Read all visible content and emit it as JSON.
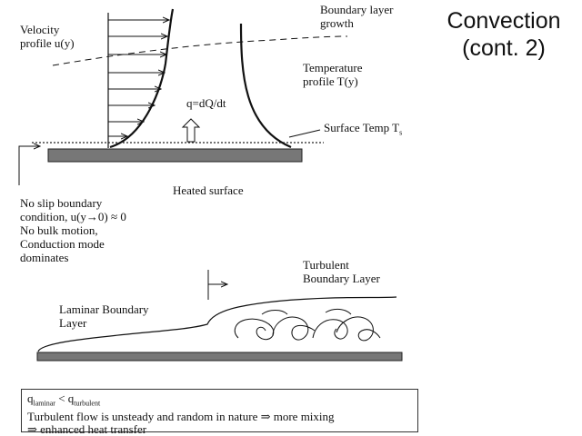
{
  "slide": {
    "title_line1": "Convection",
    "title_line2": "(cont. 2)"
  },
  "labels": {
    "velocity_line1": "Velocity",
    "velocity_line2": "profile u(y)",
    "bl_growth_line1": "Boundary layer",
    "bl_growth_line2": "growth",
    "temperature_line1": "Temperature",
    "temperature_line2": "profile T(y)",
    "heat_flux": "q=dQ/dt",
    "surface_temp": "Surface Temp T",
    "surface_temp_sub": "s",
    "heated_surface": "Heated surface",
    "no_slip_1": "No slip boundary",
    "no_slip_2": "condition, u(y→0) ≈ 0",
    "no_slip_3": "No bulk motion,",
    "no_slip_4": "Conduction mode",
    "no_slip_5": "dominates",
    "turbulent_line1": "Turbulent",
    "turbulent_line2": "Boundary Layer",
    "laminar_line1": "Laminar Boundary",
    "laminar_line2": "Layer"
  },
  "summary": {
    "q_symbol_1": "q",
    "q_sub_1": "laminar",
    "less_than": " < ",
    "q_symbol_2": "q",
    "q_sub_2": "turbulent",
    "line2": "Turbulent flow is unsteady and random in nature ⇒ more mixing",
    "line3": "⇒ enhanced heat transfer"
  },
  "colors": {
    "ink": "#111111",
    "surface_fill": "#777777"
  }
}
